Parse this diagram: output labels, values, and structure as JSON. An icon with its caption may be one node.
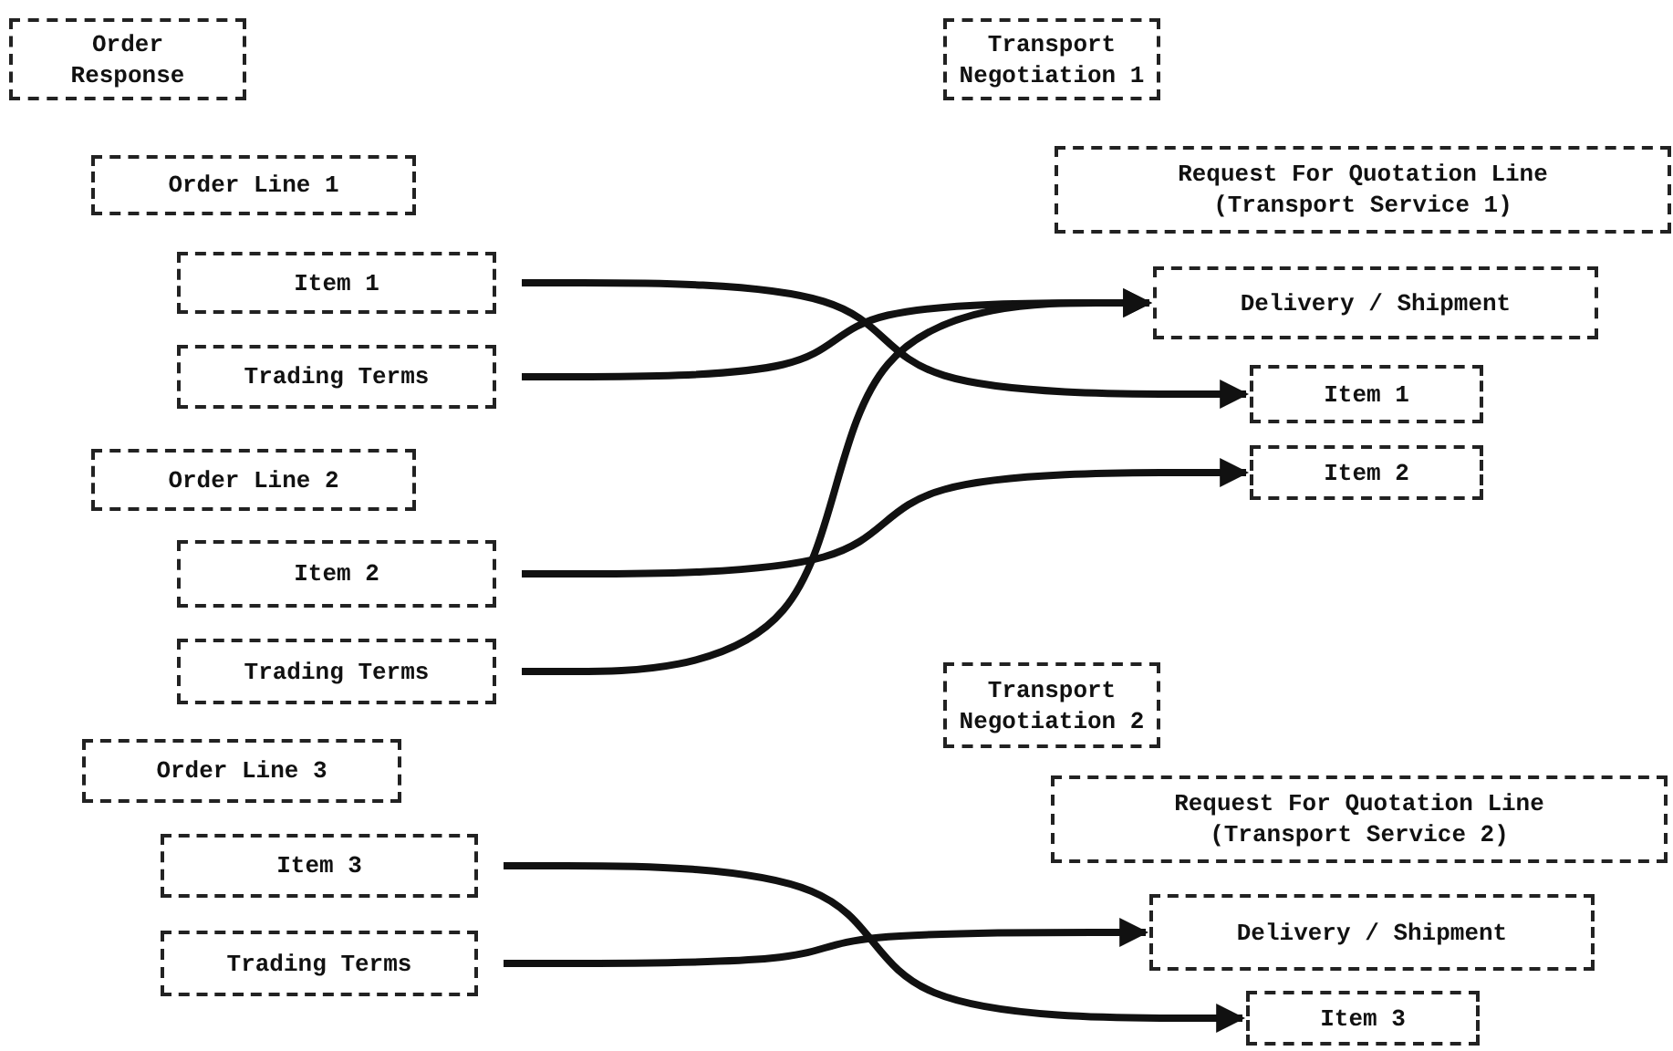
{
  "diagram": {
    "nodes": [
      {
        "text": [
          "Order Response"
        ]
      },
      {
        "text": [
          "Order Line 1"
        ]
      },
      {
        "text": [
          "Item 1"
        ]
      },
      {
        "text": [
          "Trading Terms"
        ]
      },
      {
        "text": [
          "Order Line 2"
        ]
      },
      {
        "text": [
          "Item 2"
        ]
      },
      {
        "text": [
          "Trading Terms"
        ]
      },
      {
        "text": [
          "Order Line 3"
        ]
      },
      {
        "text": [
          "Item 3"
        ]
      },
      {
        "text": [
          "Trading Terms"
        ]
      },
      {
        "text": [
          "Transport Negotiation 1"
        ]
      },
      {
        "text": [
          "Request For Quotation Line (Transport Service 1)"
        ]
      },
      {
        "text": [
          "Delivery / Shipment"
        ]
      },
      {
        "text": [
          "Item 1"
        ]
      },
      {
        "text": [
          "Item 2"
        ]
      },
      {
        "text": [
          "Transport Negotiation 2"
        ]
      },
      {
        "text": [
          "Request For Quotation Line (Transport Service 2)"
        ]
      },
      {
        "text": [
          "Delivery / Shipment"
        ]
      },
      {
        "text": [
          "Item 3"
        ]
      }
    ],
    "edges": [
      {
        "from": 2,
        "to": 13,
        "arrow": "to"
      },
      {
        "from": 3,
        "to": 12,
        "arrow": "to"
      },
      {
        "from": 5,
        "to": 14,
        "arrow": "to"
      },
      {
        "from": 6,
        "to": 12,
        "arrow": "to"
      },
      {
        "from": 8,
        "to": 18,
        "arrow": "to"
      },
      {
        "from": 9,
        "to": 17,
        "arrow": "to"
      }
    ]
  }
}
